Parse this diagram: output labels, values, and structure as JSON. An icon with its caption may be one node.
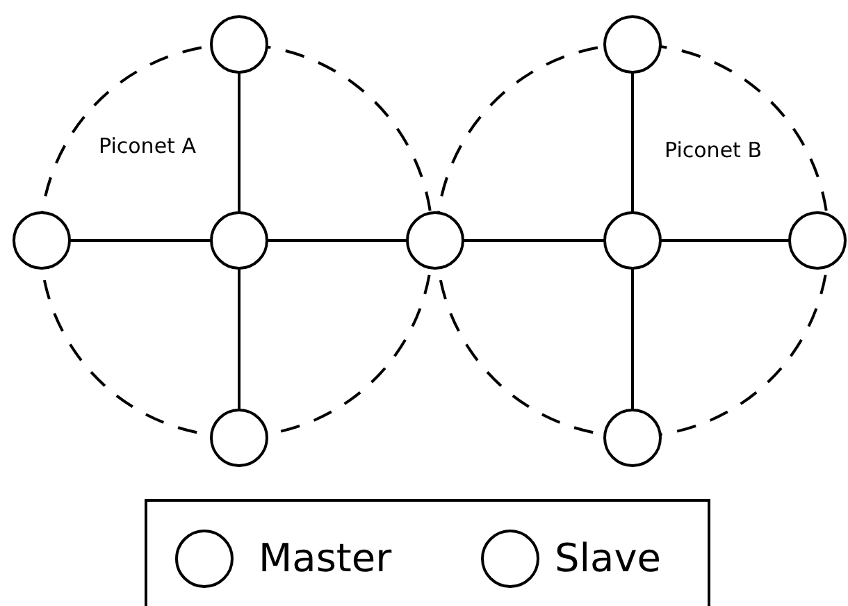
{
  "diagram": {
    "nodes": [
      {
        "text": [
          "Piconet A"
        ]
      },
      {
        "text": [
          "Piconet B"
        ]
      },
      {
        "text": [],
        "shape": "circle"
      },
      {
        "text": [],
        "shape": "circle"
      },
      {
        "text": [],
        "shape": "circle"
      },
      {
        "text": [],
        "shape": "circle",
        "in": 0
      },
      {
        "text": [],
        "shape": "circle"
      },
      {
        "text": [],
        "shape": "circle",
        "in": 1
      },
      {
        "text": [],
        "shape": "circle"
      },
      {
        "text": [],
        "shape": "circle"
      },
      {
        "text": [],
        "shape": "circle"
      }
    ],
    "edges": [
      {
        "from": 5,
        "to": 2,
        "arrow": "none"
      },
      {
        "from": 5,
        "to": 4,
        "arrow": "none"
      },
      {
        "from": 5,
        "to": 6,
        "arrow": "none"
      },
      {
        "from": 5,
        "to": 9,
        "arrow": "none"
      },
      {
        "from": 7,
        "to": 3,
        "arrow": "none"
      },
      {
        "from": 7,
        "to": 6,
        "arrow": "none"
      },
      {
        "from": 7,
        "to": 8,
        "arrow": "none"
      },
      {
        "from": 7,
        "to": 10,
        "arrow": "none"
      }
    ],
    "legend": [
      {
        "text": "Master"
      },
      {
        "text": "Slave"
      }
    ]
  }
}
